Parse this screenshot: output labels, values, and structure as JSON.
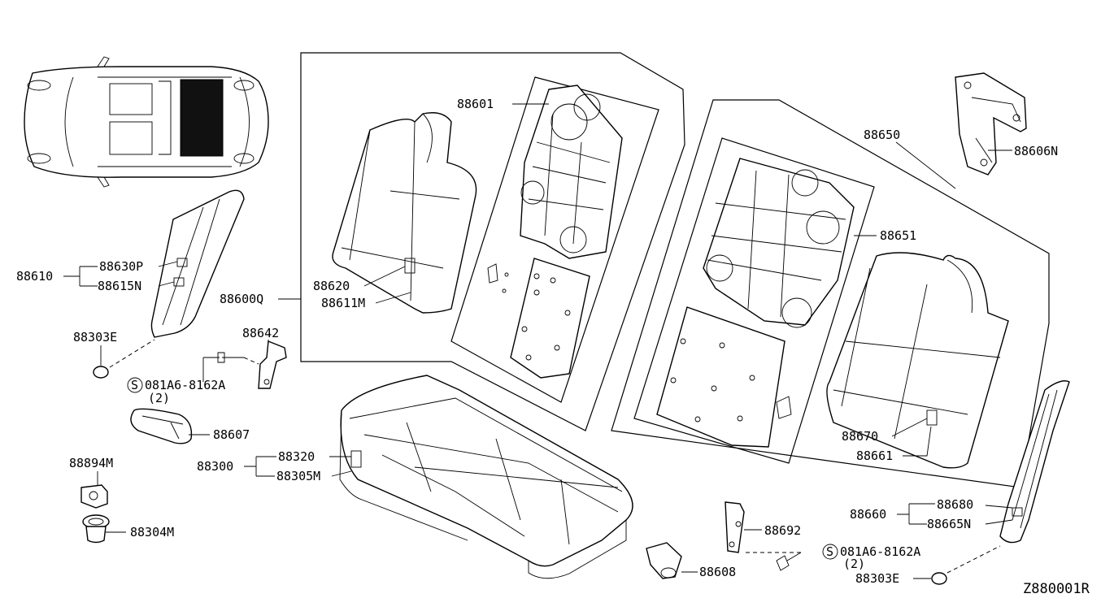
{
  "diagram_id": "Z880001R",
  "labels": {
    "p88601": "88601",
    "p88650": "88650",
    "p88606N": "88606N",
    "p88651": "88651",
    "p88610": "88610",
    "p88630P": "88630P",
    "p88615N": "88615N",
    "p88620": "88620",
    "p88600Q": "88600Q",
    "p88611M": "88611M",
    "p88303E_top": "88303E",
    "p88642": "88642",
    "s_bolt_top": "081A6-8162A",
    "s_bolt_top_qty": "(2)",
    "p88607": "88607",
    "p88670": "88670",
    "p88661": "88661",
    "p88894M": "88894M",
    "p88320": "88320",
    "p88300": "88300",
    "p88305M": "88305M",
    "p88680": "88680",
    "p88660": "88660",
    "p88665N": "88665N",
    "p88304M": "88304M",
    "p88692": "88692",
    "s_bolt_bot": "081A6-8162A",
    "s_bolt_bot_qty": "(2)",
    "p88608": "88608",
    "p88303E_bot": "88303E",
    "s_symbol": "S"
  }
}
